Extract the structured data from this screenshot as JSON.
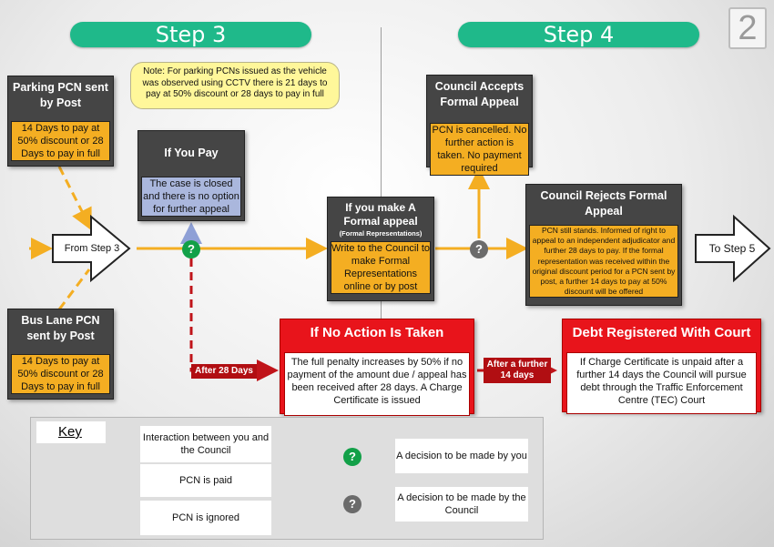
{
  "steps": {
    "step3": "Step 3",
    "step4": "Step 4",
    "page_number": "2"
  },
  "note": "Note: For parking PCNs issued as the vehicle was observed using CCTV there is 21 days to pay at 50% discount or 28 days to pay in full",
  "parking_pcn": {
    "title": "Parking PCN sent by Post",
    "body": "14 Days to pay at 50% discount or 28 Days to pay in full"
  },
  "bus_lane_pcn": {
    "title": "Bus Lane PCN sent by Post",
    "body": "14 Days to pay at 50% discount or 28 Days to pay in full"
  },
  "from_step": "From Step 3",
  "to_step": "To Step 5",
  "if_you_pay": {
    "title": "If You Pay",
    "body": "The case is closed and there is no option for further appeal"
  },
  "formal_appeal": {
    "title": "If you make A Formal appeal",
    "subtitle": "(Formal Representations)",
    "body": "Write to the Council to make Formal Representations online or by post"
  },
  "council_accepts": {
    "title": "Council Accepts Formal Appeal",
    "body": "PCN is cancelled. No further action is taken. No payment required"
  },
  "council_rejects": {
    "title": "Council Rejects Formal Appeal",
    "body": "PCN still stands. Informed of right to appeal to an independent adjudicator and further 28 days to pay. If the formal representation was received within the original discount period for a PCN sent by post, a further 14 days to pay at 50% discount will be offered"
  },
  "no_action": {
    "title": "If No Action Is Taken",
    "body": "The full penalty increases by 50% if no payment of the amount due / appeal has been received after 28 days. A Charge Certificate is issued"
  },
  "debt": {
    "title": "Debt Registered With Court",
    "body": "If Charge Certificate is unpaid after a further 14 days the Council will pursue debt through the Traffic Enforcement Centre (TEC) Court"
  },
  "tags": {
    "after28": "After 28 Days",
    "after14": "After a further 14 days"
  },
  "key": {
    "title": "Key",
    "interaction": "Interaction between you and the Council",
    "paid": "PCN is paid",
    "ignored": "PCN is ignored",
    "decision_you": "A decision to be made by you",
    "decision_council": "A decision to be made by the Council"
  },
  "question_mark": "?",
  "colors": {
    "accent_green": "#1fb98a",
    "yellow": "#f4ae22",
    "blue": "#aab7dd",
    "red": "#e8141b",
    "dark": "#454545"
  }
}
